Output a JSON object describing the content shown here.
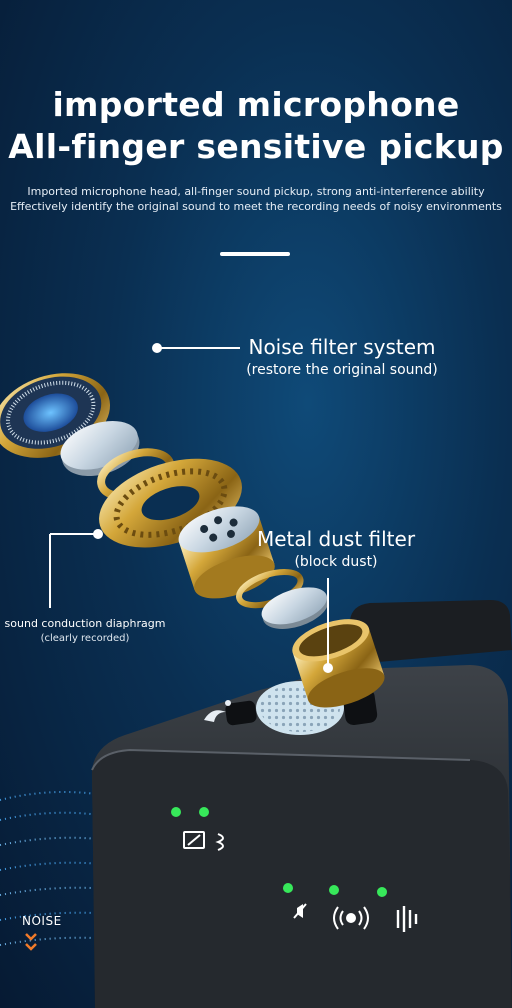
{
  "headline": {
    "line1": "imported microphone",
    "line2": "All-finger sensitive pickup"
  },
  "subtitle": {
    "line1": "Imported microphone head, all-finger sound pickup, strong anti-interference ability",
    "line2": "Effectively identify the original sound to meet the recording needs of noisy environments"
  },
  "callouts": {
    "noise_filter": {
      "title": "Noise filter system",
      "note": "(restore the original sound)"
    },
    "metal_filter": {
      "title": "Metal dust filter",
      "note": "(block dust)"
    },
    "diaphragm": {
      "title": "sound conduction diaphragm",
      "note": "(clearly recorded)"
    }
  },
  "noise_label": "NOISE",
  "colors": {
    "background": "#0a2f52",
    "gold": "#d4a73a",
    "led_green": "#37e85a",
    "device_body": "#2a2e33"
  },
  "icons": [
    "bluetooth-pair-icon",
    "battery-icon",
    "mute-icon",
    "noise-reduction-icon",
    "sound-wave-icon",
    "chevron-down-icon"
  ]
}
